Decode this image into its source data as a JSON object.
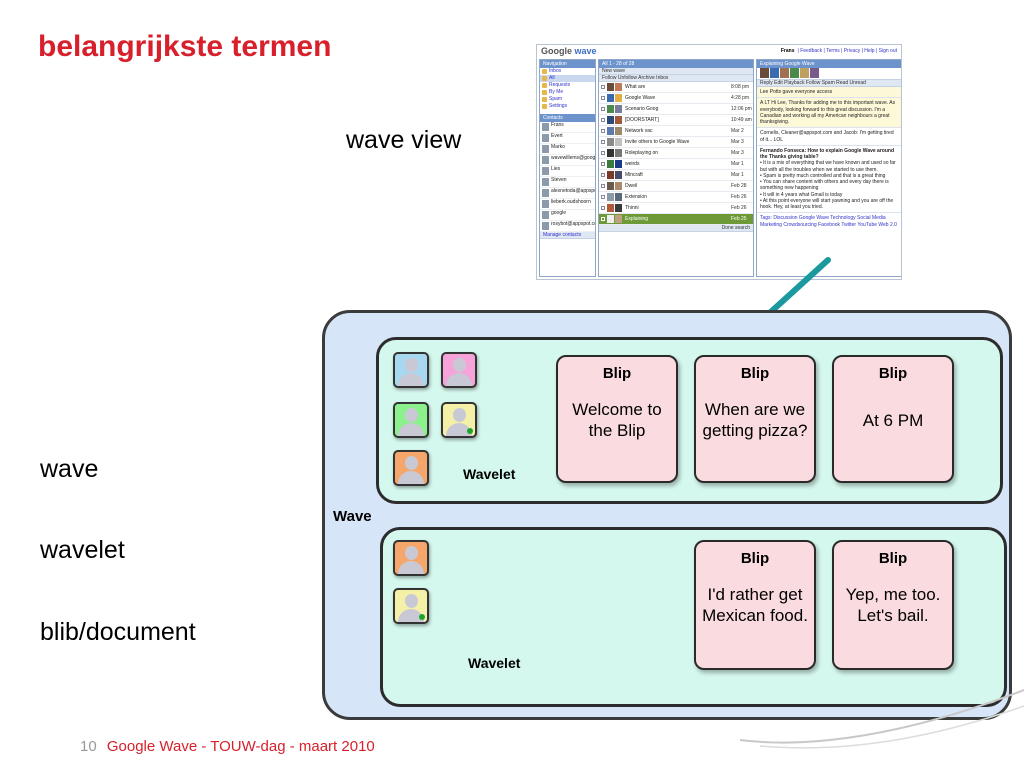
{
  "slide": {
    "title": "belangrijkste termen",
    "wave_view_label": "wave view",
    "terms": [
      "wave",
      "wavelet",
      "blib/document"
    ],
    "footer_number": "10",
    "footer_text": "Google Wave - TOUW-dag - maart 2010"
  },
  "colors": {
    "accent_red": "#d8202c",
    "wave_fill": "#d7e5f8",
    "wavelet_fill": "#d5f8ee",
    "blip_fill": "#fadbe0",
    "arrow": "#1a9a9e"
  },
  "gw": {
    "logo_a": "Google",
    "logo_b": "wave",
    "user": "Frans",
    "top_links": "| Feedback | Terms | Privacy | Help | Sign out",
    "nav_title": "Navigation",
    "nav_items": [
      "Inbox",
      "All",
      "Requests",
      "By Me",
      "Spam",
      "Settings"
    ],
    "contacts_title": "Contacts",
    "contacts": [
      "Frans",
      "Evert",
      "Marko",
      "wavewillems@google",
      "Lies",
      "Steven",
      "alexnetoda@appspot",
      "lieberk.oudshoorn",
      "google",
      "rosybot@appspot.com"
    ],
    "manage_contacts": "Manage contacts",
    "inbox_title": "All 1 - 28 of 28",
    "new_wave": "New wave",
    "inbox_tools": "Follow  Unfollow  Archive  Inbox",
    "rows": [
      {
        "snip": "What are",
        "time": "8:08 pm"
      },
      {
        "snip": "Google Wave",
        "time": "4:28 pm"
      },
      {
        "snip": "Scenario Goog",
        "time": "12:06 pm"
      },
      {
        "snip": "[DOORSTART]",
        "time": "10:49 am"
      },
      {
        "snip": "Network vac",
        "time": "Mar 2"
      },
      {
        "snip": "Invite others to Google Wave",
        "time": "Mar 3"
      },
      {
        "snip": "Roleplaying on",
        "time": "Mar 3"
      },
      {
        "snip": "weirds",
        "time": "Mar 1"
      },
      {
        "snip": "Mincraft",
        "time": "Mar 1"
      },
      {
        "snip": "Dweil",
        "time": "Feb 28"
      },
      {
        "snip": "Extension",
        "time": "Feb 26"
      },
      {
        "snip": "Thinni",
        "time": "Feb 26"
      },
      {
        "snip": "Explaining",
        "time": "Feb 25"
      }
    ],
    "done_search": "Done search",
    "reader_title": "Explaining Google Wave",
    "reader_tools": "Reply  Edit  Playback  Follow  Spam  Read  Unread",
    "reader_notice": "Lee Potts gave everyone access",
    "blip1": "A LT Hi Lee, Thanks for adding me to this important wave. As everybody, looking forward to this great discussion. I'm a Canadian and working all my American neighbours a great thanksgiving.",
    "blip2": "Cornelis, Cleaner@appspot.com and Jacob: I'm getting tired of it... LOL",
    "blip3_title": "Fernando Fonseca: How to explain Google Wave around the Thanks giving table?",
    "bullets": [
      "It is a mix of everything that we have known and used so far but with all the troubles when we started to use them.",
      "Spam is pretty much controlled and that is a great thing",
      "You can share content with others and every day there is something new happening",
      "It will in 4 years what Gmail is today",
      "At this point everyone will start yawning and you are off the hook. Hey, at least you tried."
    ],
    "tags": "Tags: Discussion  Google Wave  Technology  Social Media Marketing  Crowdsourcing  Facebook  Twitter  YouTube  Web 2.0"
  },
  "diagram": {
    "wave_label": "Wave",
    "wavelet_label": "Wavelet",
    "blip_heading": "Blip",
    "wavelet1_blips": [
      "Welcome to the Blip",
      "When are we getting pizza?",
      "At 6 PM"
    ],
    "wavelet2_blips": [
      "I'd rather get Mexican food.",
      "Yep, me too. Let's bail."
    ],
    "avatar_colors": [
      "#a8d8f0",
      "#f5a3d8",
      "#8cf08c",
      "#f5f0a8",
      "#f5a66b",
      "#f5a66b",
      "#f5f0a8"
    ]
  }
}
